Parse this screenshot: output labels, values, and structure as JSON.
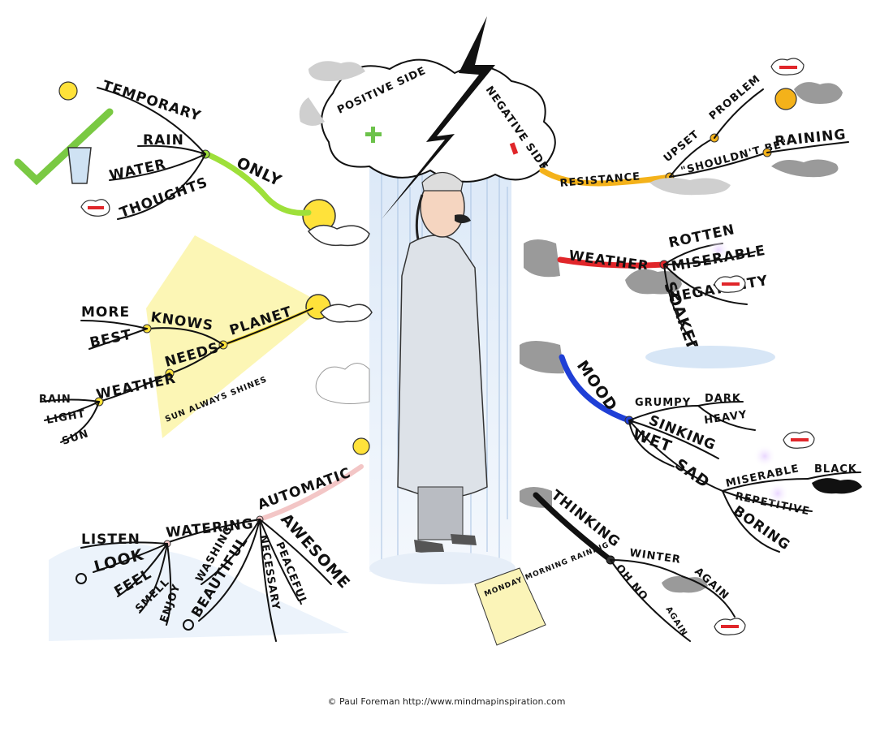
{
  "colors": {
    "sky_yellow": "#fbf4a8",
    "rain_blue": "#c9dcf0",
    "branch_green": "#9ee03a",
    "branch_orange": "#f4b21a",
    "branch_red": "#e0262a",
    "branch_blue": "#1f3fd6",
    "branch_black": "#111111",
    "branch_pink": "#f3c6c6",
    "node_yellow": "#ffe23a",
    "node_red": "#e0262a"
  },
  "center": {
    "positive": "POSITIVE SIDE",
    "negative": "NEGATIVE SIDE",
    "note": "MONDAY MORNING RAINING"
  },
  "left": {
    "only": "ONLY",
    "temporary": "TEMPORARY",
    "rain": "RAIN",
    "water": "WATER",
    "thoughts": "THOUGHTS",
    "planet": "PLANET",
    "knows": "KNOWS",
    "more": "MORE",
    "best": "BEST",
    "needs": "NEEDS",
    "weather": "WEATHER",
    "rain2": "RAIN",
    "light": "LIGHT",
    "sun": "SUN",
    "sun_shines": "SUN ALWAYS SHINES",
    "automatic": "AUTOMATIC",
    "watering": "WATERING",
    "listen": "LISTEN",
    "look": "LOOK",
    "feel": "FEEL",
    "smell": "SMELL",
    "enjoy": "ENJOY",
    "washing": "WASHING",
    "beautiful": "BEAUTIFUL",
    "awesome": "AWESOME",
    "peaceful": "PEACEFUL",
    "necessary": "NECESSARY"
  },
  "right": {
    "resistance": "RESISTANCE",
    "upset": "UPSET",
    "problem": "PROBLEM",
    "shouldnt": "\"SHOULDN'T BE\"",
    "raining": "RAINING",
    "weather": "WEATHER",
    "rotten": "ROTTEN",
    "miserable": "MISERABLE",
    "negativity": "NEGATIVITY",
    "soaked": "SOAKED",
    "mood": "MOOD",
    "grumpy": "GRUMPY",
    "dark": "DARK",
    "heavy": "HEAVY",
    "sinking": "SINKING",
    "wet": "WET",
    "sad": "SAD",
    "miserable2": "MISERABLE",
    "black": "BLACK",
    "repetitive": "REPETITIVE",
    "boring": "BORING",
    "thinking": "THINKING",
    "winter": "WINTER",
    "again": "AGAIN",
    "oh_no": "OH NO",
    "again2": "AGAIN"
  },
  "footer": {
    "copyright": "© Paul Foreman http://www.mindmapinspiration.com"
  }
}
